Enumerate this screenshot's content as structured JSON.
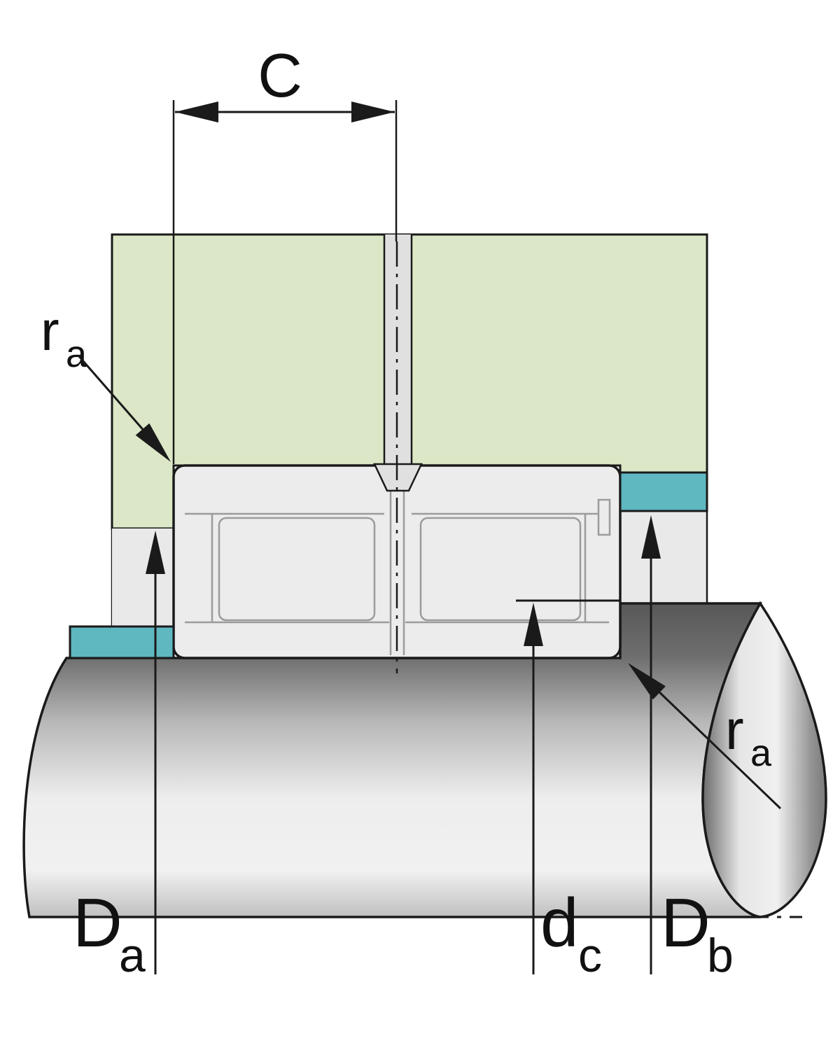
{
  "figure": {
    "kind": "bearing-mounting-dimension-drawing",
    "description": "Cross-section of a double-row cylindrical roller bearing mounted between a green housing and a shaft, with abutment and fillet dimension labels",
    "labels": {
      "width": "C",
      "fillet_housing": {
        "base": "r",
        "sub": "a"
      },
      "fillet_shaft": {
        "base": "r",
        "sub": "a"
      },
      "housing_abutment_diameter": {
        "base": "D",
        "sub": "a"
      },
      "recess_diameter": {
        "base": "d",
        "sub": "c"
      },
      "shaft_abutment_diameter": {
        "base": "D",
        "sub": "b"
      }
    },
    "colors": {
      "housing": "#dbe7c6",
      "locating_ring": "#5fb7c0",
      "bearing_steel": "#ececec",
      "channel": "#e0e0e0",
      "filler": "#e9e9e9",
      "outline": "#1a1a1a",
      "detail_line": "#9b9b9b"
    }
  }
}
